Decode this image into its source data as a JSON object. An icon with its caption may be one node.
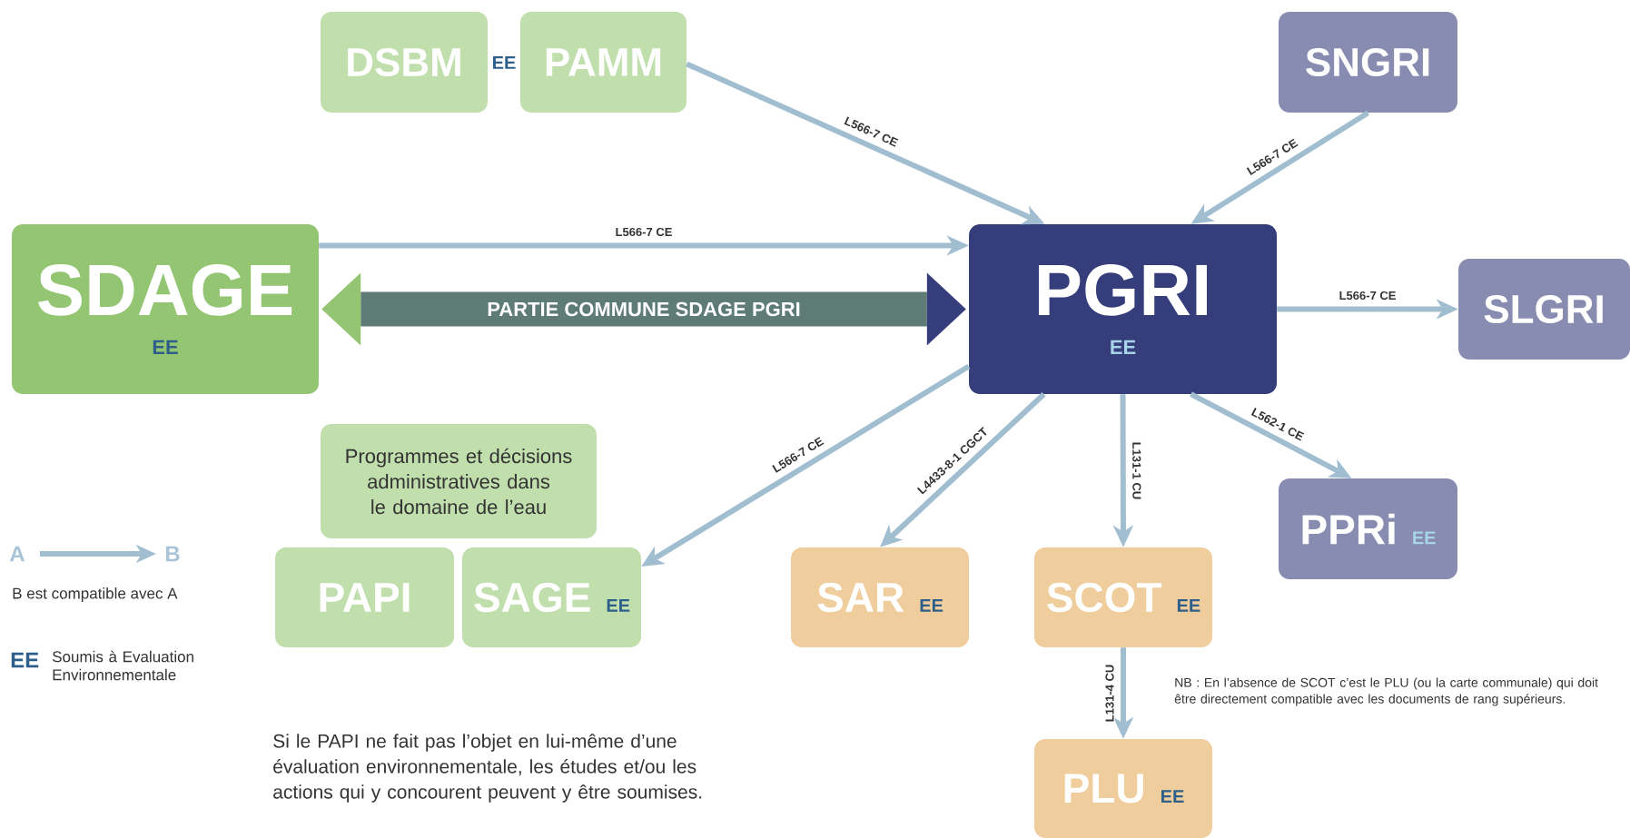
{
  "diagram": {
    "nodes": [
      {
        "text": [
          "DSBM"
        ]
      },
      {
        "text": [
          "PAMM"
        ]
      },
      {
        "text": [
          "SNGRI"
        ]
      },
      {
        "text": [
          "SDAGE",
          "EE"
        ]
      },
      {
        "text": [
          "PGRI",
          "EE"
        ]
      },
      {
        "text": [
          "SLGRI"
        ]
      },
      {
        "text": [
          "Programmes et décisions administratives dans le domaine de l’eau"
        ]
      },
      {
        "text": [
          "PAPI"
        ]
      },
      {
        "text": [
          "SAGE",
          "EE"
        ]
      },
      {
        "text": [
          "SAR",
          "EE"
        ]
      },
      {
        "text": [
          "SCOT",
          "EE"
        ]
      },
      {
        "text": [
          "PPRi",
          "EE"
        ]
      },
      {
        "text": [
          "PLU",
          "EE"
        ]
      }
    ],
    "edges": [
      {
        "from": 1,
        "to": 4,
        "arrow": "to",
        "label": "L566-7 CE"
      },
      {
        "from": 2,
        "to": 4,
        "arrow": "to",
        "label": "L566-7 CE"
      },
      {
        "from": 3,
        "to": 4,
        "arrow": "to",
        "label": "L566-7 CE"
      },
      {
        "from": 3,
        "to": 4,
        "arrow": "both",
        "label": "PARTIE COMMUNE SDAGE PGRI",
        "style": "thick"
      },
      {
        "from": 4,
        "to": 5,
        "arrow": "to",
        "label": "L566-7 CE"
      },
      {
        "from": 4,
        "to": 8,
        "arrow": "to",
        "label": "L566-7 CE"
      },
      {
        "from": 4,
        "to": 9,
        "arrow": "to",
        "label": "L4433-8-1 CGCT"
      },
      {
        "from": 4,
        "to": 10,
        "arrow": "to",
        "label": "L131-1 CU"
      },
      {
        "from": 4,
        "to": 11,
        "arrow": "to",
        "label": "L562-1 CE"
      },
      {
        "from": 10,
        "to": 12,
        "arrow": "to",
        "label": "L131-4 CU"
      }
    ],
    "labels": [
      "EE",
      "A",
      "B",
      "EE",
      "NB : En l’absence de SCOT c’est le PLU (ou la carte communale) qui doit être directement compatible avec les documents de rang supérieurs.",
      "Si le PAPI ne fait pas l’objet en lui-même d’une évaluation environnementale, les études et/ou les actions qui y concourent peuvent y être soumises."
    ],
    "legend": [
      {
        "text": "B est compatible avec A"
      },
      {
        "text": "Soumis à Evaluation Environnementale"
      }
    ]
  }
}
